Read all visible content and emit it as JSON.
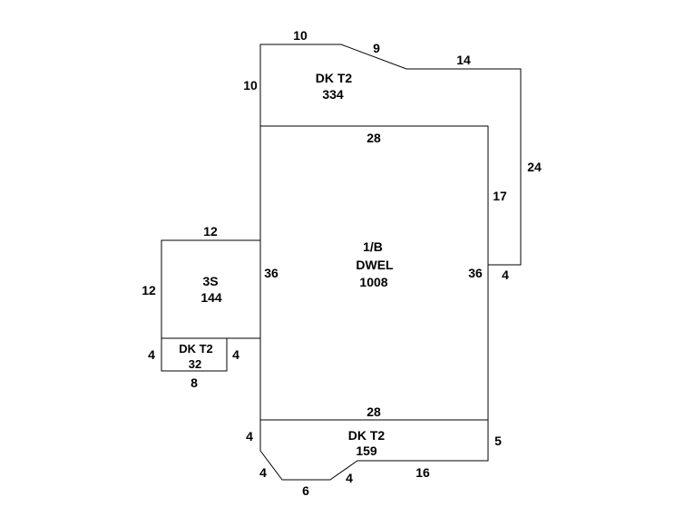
{
  "areas": {
    "deck_top": {
      "code": "DK T2",
      "area": "334"
    },
    "dwelling": {
      "code": "1/B",
      "type": "DWEL",
      "area": "1008"
    },
    "three_s": {
      "code": "3S",
      "area": "144"
    },
    "deck_small": {
      "code": "DK T2",
      "area": "32"
    },
    "deck_bottom": {
      "code": "DK T2",
      "area": "159"
    }
  },
  "dimensions": {
    "deck_top_top": "10",
    "deck_top_slant": "9",
    "deck_top_right_top": "14",
    "deck_top_left": "10",
    "deck_top_right": "24",
    "deck_top_bottom_jog": "4",
    "dwel_top": "28",
    "dwel_right_upper": "17",
    "dwel_left": "36",
    "dwel_right": "36",
    "dwel_bottom": "28",
    "three_s_top": "12",
    "three_s_left": "12",
    "small_left": "4",
    "small_right": "4",
    "small_bottom": "8",
    "deck_bottom_left": "4",
    "deck_bottom_right": "5",
    "deck_bottom_diag_left": "4",
    "deck_bottom_base": "6",
    "deck_bottom_diag_right": "4",
    "deck_bottom_bottom": "16"
  }
}
